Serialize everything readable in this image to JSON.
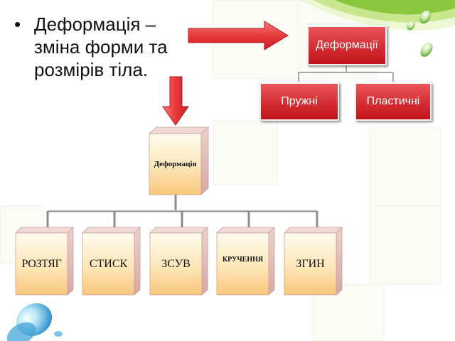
{
  "bullet": {
    "marker": "•",
    "text": "Деформація – зміна форми та розмірів тіла."
  },
  "top_hierarchy": {
    "root": "Деформації",
    "children": [
      "Пружні",
      "Пластичні"
    ]
  },
  "bottom_hierarchy": {
    "root": "Деформація",
    "children": [
      "РОЗТЯГ",
      "СТИСК",
      "ЗСУВ",
      "КРУЧЕННЯ",
      "ЗГИН"
    ]
  },
  "colors": {
    "red_box": "#d22a30",
    "arrow": "#e8393c",
    "box_top": "#fffbe8",
    "box_bottom": "#fbd08c",
    "box_side": "#e3b9b5",
    "connector": "#8c8c8c",
    "background_wave": "#8bc63f"
  }
}
